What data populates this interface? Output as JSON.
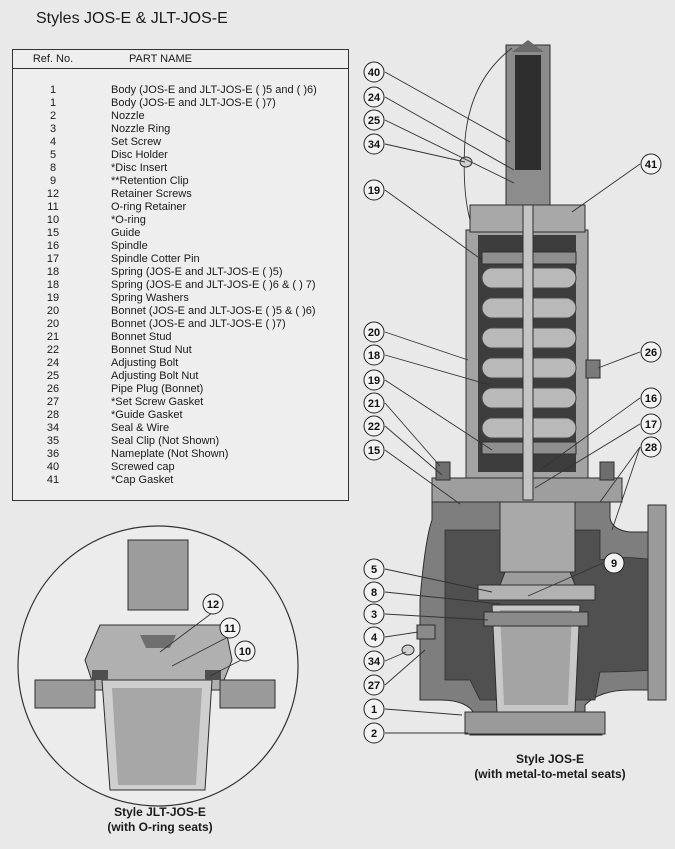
{
  "title": "Styles JOS-E   &  JLT-JOS-E",
  "table": {
    "col_ref": "Ref. No.",
    "col_name": "PART NAME",
    "rows": [
      {
        "ref": "1",
        "name": "Body (JOS-E and JLT-JOS-E ( )5 and ( )6)"
      },
      {
        "ref": "1",
        "name": "Body (JOS-E and JLT-JOS-E ( )7)"
      },
      {
        "ref": "2",
        "name": "Nozzle"
      },
      {
        "ref": "3",
        "name": "Nozzle Ring"
      },
      {
        "ref": "4",
        "name": "Set Screw"
      },
      {
        "ref": "5",
        "name": "Disc Holder"
      },
      {
        "ref": "8",
        "name": "*Disc Insert"
      },
      {
        "ref": "9",
        "name": "**Retention Clip"
      },
      {
        "ref": "12",
        "name": "Retainer Screws"
      },
      {
        "ref": "11",
        "name": "O-ring Retainer"
      },
      {
        "ref": "10",
        "name": "*O-ring"
      },
      {
        "ref": "15",
        "name": "Guide"
      },
      {
        "ref": "16",
        "name": "Spindle"
      },
      {
        "ref": "17",
        "name": "Spindle Cotter Pin"
      },
      {
        "ref": "18",
        "name": "Spring (JOS-E and JLT-JOS-E ( )5)"
      },
      {
        "ref": "18",
        "name": "Spring (JOS-E and JLT-JOS-E ( )6 & ( ) 7)"
      },
      {
        "ref": "19",
        "name": "Spring Washers"
      },
      {
        "ref": "20",
        "name": "Bonnet (JOS-E and JLT-JOS-E ( )5 & ( )6)"
      },
      {
        "ref": "20",
        "name": "Bonnet (JOS-E and JLT-JOS-E ( )7)"
      },
      {
        "ref": "21",
        "name": "Bonnet Stud"
      },
      {
        "ref": "22",
        "name": "Bonnet Stud Nut"
      },
      {
        "ref": "24",
        "name": "Adjusting Bolt"
      },
      {
        "ref": "25",
        "name": "Adjusting Bolt Nut"
      },
      {
        "ref": "26",
        "name": "Pipe Plug (Bonnet)"
      },
      {
        "ref": "27",
        "name": "*Set Screw Gasket"
      },
      {
        "ref": "28",
        "name": "*Guide Gasket"
      },
      {
        "ref": "34",
        "name": "Seal & Wire"
      },
      {
        "ref": "35",
        "name": "Seal Clip (Not Shown)"
      },
      {
        "ref": "36",
        "name": "Nameplate (Not Shown)"
      },
      {
        "ref": "40",
        "name": "Screwed cap"
      },
      {
        "ref": "41",
        "name": "*Cap Gasket"
      }
    ]
  },
  "callouts": {
    "c40": "40",
    "c24": "24",
    "c25": "25",
    "c34a": "34",
    "c41": "41",
    "c19a": "19",
    "c20": "20",
    "c26": "26",
    "c18": "18",
    "c19b": "19",
    "c16": "16",
    "c21": "21",
    "c22": "22",
    "c17": "17",
    "c15": "15",
    "c28": "28",
    "c5": "5",
    "c9": "9",
    "c8": "8",
    "c3": "3",
    "c4": "4",
    "c34b": "34",
    "c27": "27",
    "c1": "1",
    "c2": "2",
    "c12": "12",
    "c11": "11",
    "c10": "10"
  },
  "captions": {
    "main_line1": "Style JOS-E",
    "main_line2": "(with metal-to-metal seats)",
    "detail_line1": "Style JLT-JOS-E",
    "detail_line2": "(with O-ring seats)"
  },
  "colors": {
    "background": "#e9e9e9",
    "metal": "#9a9a9a",
    "dark_metal": "#3a3a3a",
    "spring": "#b9b9b9"
  }
}
